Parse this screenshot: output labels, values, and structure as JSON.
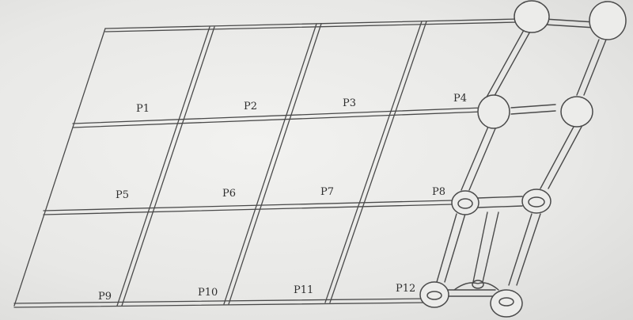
{
  "sketch": {
    "plot_labels": {
      "p1": "P1",
      "p2": "P2",
      "p3": "P3",
      "p4": "P4",
      "p5": "P5",
      "p6": "P6",
      "p7": "P7",
      "p8": "P8",
      "p9": "P9",
      "p10": "P10",
      "p11": "P11",
      "p12": "P12"
    }
  }
}
